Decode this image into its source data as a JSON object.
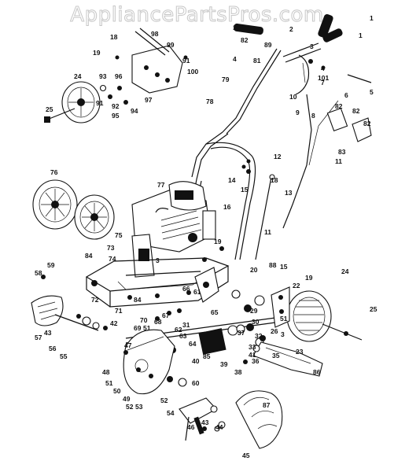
{
  "watermark": "AppliancePartsPros.com",
  "callouts": {
    "c1a": "1",
    "c1b": "1",
    "c1c": "1",
    "c2": "2",
    "c3a": "3",
    "c3b": "3",
    "c3c": "3",
    "c4a": "4",
    "c4b": "4",
    "c5": "5",
    "c6": "6",
    "c7": "7",
    "c8": "8",
    "c9": "9",
    "c10": "10",
    "c11a": "11",
    "c11b": "11",
    "c12": "12",
    "c13": "13",
    "c14": "14",
    "c15a": "15",
    "c15b": "15",
    "c16": "16",
    "c18a": "18",
    "c18b": "18",
    "c19a": "19",
    "c19b": "19",
    "c19c": "19",
    "c20": "20",
    "c22": "22",
    "c23": "23",
    "c24a": "24",
    "c24b": "24",
    "c25a": "25",
    "c25b": "25",
    "c26": "26",
    "c29": "29",
    "c30": "30",
    "c31": "31",
    "c32": "32",
    "c33": "33",
    "c35": "35",
    "c36": "36",
    "c37": "37",
    "c38": "38",
    "c39": "39",
    "c40": "40",
    "c41": "41",
    "c42": "42",
    "c43a": "43",
    "c43b": "43",
    "c44": "44",
    "c45": "45",
    "c46": "46",
    "c47": "47",
    "c48": "48",
    "c49": "49",
    "c50": "50",
    "c51a": "51",
    "c51b": "51",
    "c51c": "51",
    "c52a": "52",
    "c52b": "52",
    "c53": "53",
    "c54": "54",
    "c55": "55",
    "c56": "56",
    "c57": "57",
    "c58": "58",
    "c59": "59",
    "c60": "60",
    "c61": "61",
    "c62": "62",
    "c63": "63",
    "c64": "64",
    "c65": "65",
    "c66": "66",
    "c67": "67",
    "c68": "68",
    "c69": "69",
    "c70": "70",
    "c71": "71",
    "c72": "72",
    "c73": "73",
    "c74": "74",
    "c75": "75",
    "c76": "76",
    "c77": "77",
    "c78": "78",
    "c79": "79",
    "c81": "81",
    "c82a": "82",
    "c82b": "82",
    "c82c": "82",
    "c82d": "82",
    "c83": "83",
    "c84a": "84",
    "c84b": "84",
    "c85": "85",
    "c86": "86",
    "c87": "87",
    "c88": "88",
    "c89": "89",
    "c91a": "91",
    "c91b": "91",
    "c92": "92",
    "c93": "93",
    "c94": "94",
    "c95": "95",
    "c96": "96",
    "c97": "97",
    "c98": "98",
    "c99": "99",
    "c100": "100",
    "c101": "101"
  }
}
